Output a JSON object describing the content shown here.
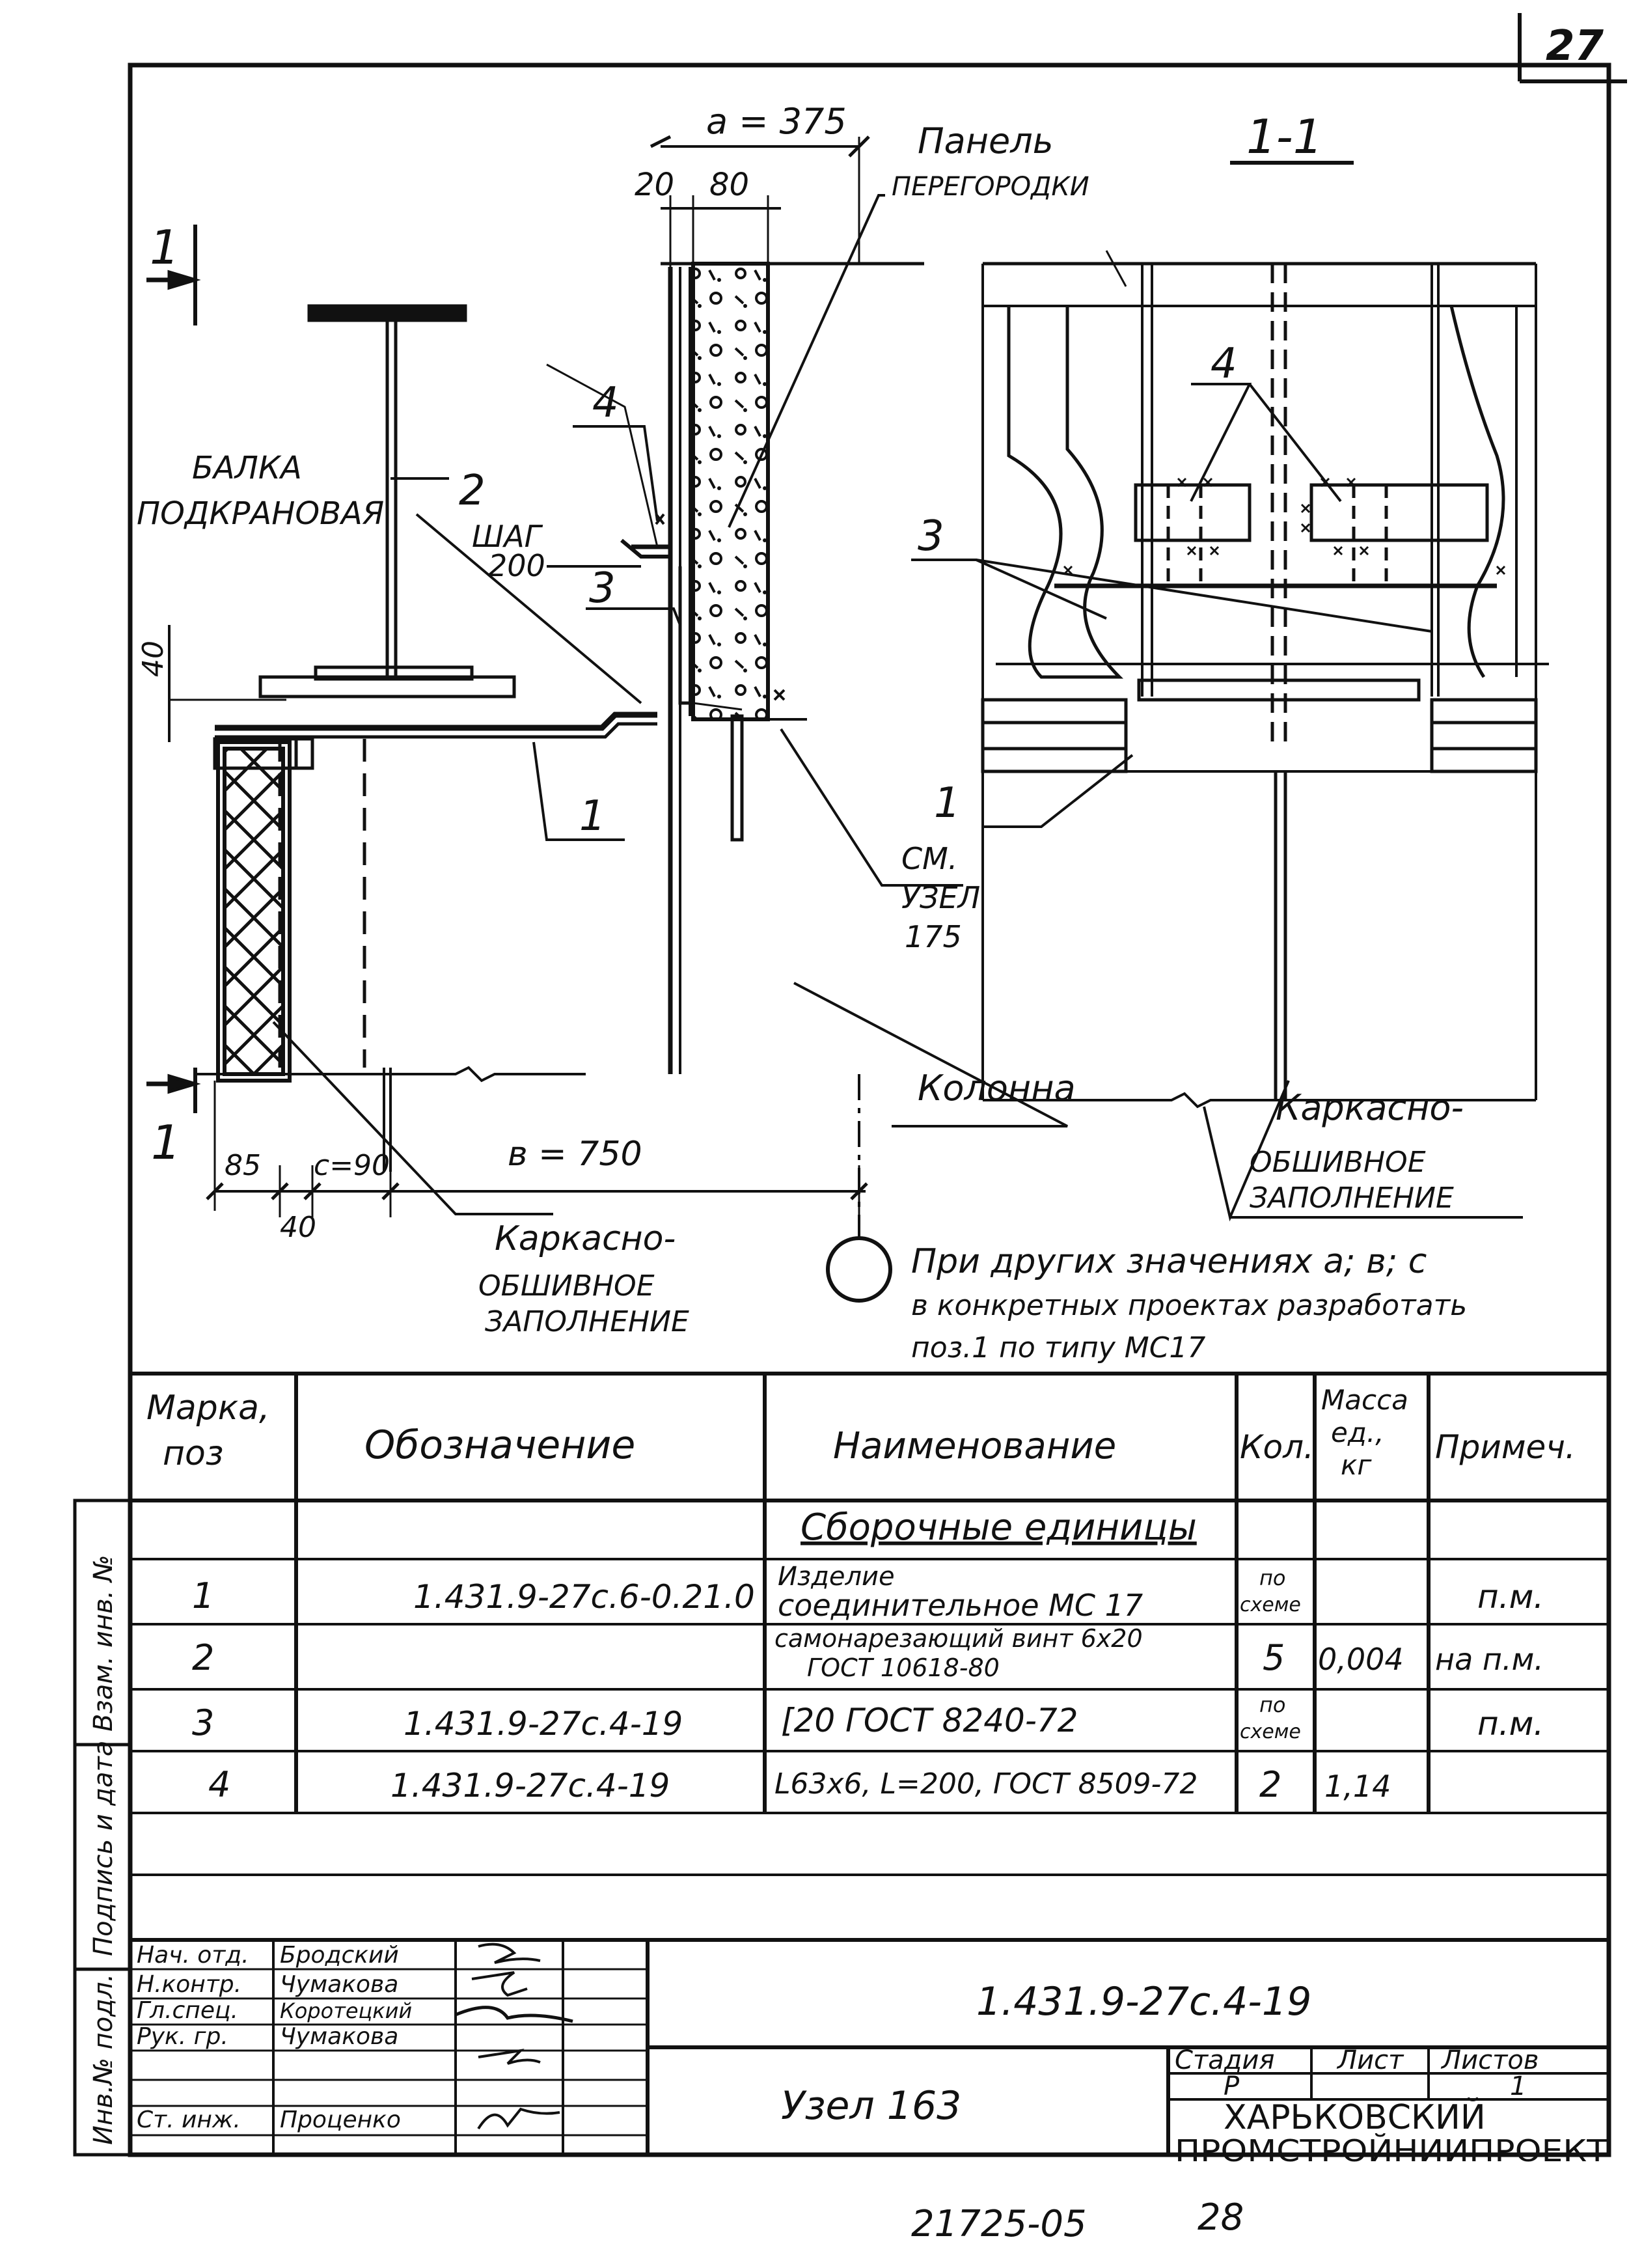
{
  "page_number": "27",
  "section_label": "1-1",
  "cut_marker": "1",
  "callouts": {
    "c1": "1",
    "c2": "2",
    "c3": "3",
    "c4": "4",
    "right_c1": "1",
    "right_c3": "3",
    "right_c4": "4"
  },
  "labels": {
    "panel_line1": "Панель",
    "panel_line2": "ПЕРЕГОРОДКИ",
    "beam_line1": "БАЛКА",
    "beam_line2": "ПОДКРАНОВАЯ",
    "step_line1": "ШАГ",
    "step_line2": "200",
    "see_line1": "СМ.",
    "see_line2": "УЗЕЛ",
    "see_line3": "175",
    "column": "Колонна",
    "fill_line1": "Каркасно-",
    "fill_line2": "ОБШИВНОЕ",
    "fill_line3": "ЗАПОЛНЕНИЕ",
    "right_fill_line1": "Каркасно-",
    "right_fill_line2": "ОБШИВНОЕ",
    "right_fill_line3": "ЗАПОЛНЕНИЕ"
  },
  "dimensions": {
    "a": "a = 375",
    "d20": "20",
    "d80": "80",
    "d40_left": "40",
    "d85": "85",
    "c": "c=90",
    "b": "в = 750",
    "d40_bottom": "40"
  },
  "note": {
    "line1": "При других значениях a; в; c",
    "line2": "в конкретных проектах разработать",
    "line3": "поз.1 по типу МС17"
  },
  "spec_table": {
    "headers": {
      "mark_line1": "Марка,",
      "mark_line2": "поз",
      "designation": "Обозначение",
      "name": "Наименование",
      "qty": "Кол.",
      "mass_line1": "Масса",
      "mass_line2": "ед.,",
      "mass_line3": "кг",
      "note": "Примеч."
    },
    "section_title": "Сборочные единицы",
    "rows": [
      {
        "pos": "1",
        "designation": "1.431.9-27с.6-0.21.0",
        "name_line1": "Изделие",
        "name_line2": "соединительное  МС 17",
        "qty_line1": "по",
        "qty_line2": "схеме",
        "mass": "",
        "note": "п.м."
      },
      {
        "pos": "2",
        "designation": "",
        "name_line1": "самонарезающий винт 6x20",
        "name_line2": "ГОСТ 10618-80",
        "qty_line1": "5",
        "qty_line2": "",
        "mass": "0,004",
        "note": "на п.м."
      },
      {
        "pos": "3",
        "designation": "1.431.9-27с.4-19",
        "name_line1": "[20   ГОСТ 8240-72",
        "name_line2": "",
        "qty_line1": "по",
        "qty_line2": "схеме",
        "mass": "",
        "note": "п.м."
      },
      {
        "pos": "4",
        "designation": "1.431.9-27с.4-19",
        "name_line1": "L63x6, L=200, ГОСТ 8509-72",
        "name_line2": "",
        "qty_line1": "2",
        "qty_line2": "",
        "mass": "1,14",
        "note": ""
      }
    ]
  },
  "title_block": {
    "doc_code": "1.431.9-27с.4-19",
    "title": "Узел 163",
    "stage_label": "Стадия",
    "sheet_label": "Лист",
    "sheets_label": "Листов",
    "stage": "Р",
    "sheet": "",
    "sheets": "1",
    "org_line1": "ХАРЬКОВСКИЙ",
    "org_line2": "ПРОМСТРОЙНИИПРОЕКТ",
    "staff": [
      {
        "role": "Нач. отд.",
        "name": "Бродский"
      },
      {
        "role": "Н.контр.",
        "name": "Чумакова"
      },
      {
        "role": "Гл.спец.",
        "name": "Коротецкий"
      },
      {
        "role": "Рук. гр.",
        "name": "Чумакова"
      },
      {
        "role": "",
        "name": ""
      },
      {
        "role": "",
        "name": ""
      },
      {
        "role": "Ст. инж.",
        "name": "Проценко"
      }
    ]
  },
  "side_stamp": {
    "inv_replaced": "Взам. инв. №",
    "sign_date": "Подпись и дата",
    "inv_orig": "Инв.№ подл."
  },
  "footer": {
    "archive_no": "21725-05",
    "archive_sheet": "28"
  }
}
